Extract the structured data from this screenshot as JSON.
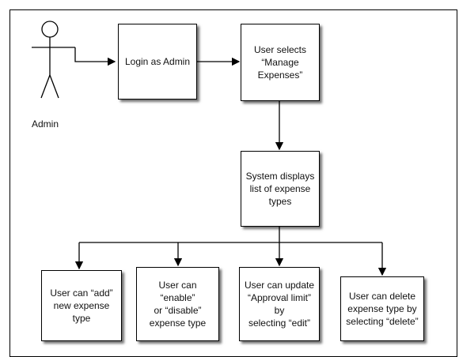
{
  "actor": {
    "label": "Admin"
  },
  "nodes": {
    "login": "Login as Admin",
    "select": "User selects\n“Manage\nExpenses”",
    "display": "System displays\nlist of expense\ntypes",
    "add": "User can “add”\nnew expense type",
    "enable": "User can “enable”\nor “disable”\nexpense type",
    "update": "User can update\n“Approval limit” by\nselecting “edit”",
    "delete": "User can delete\nexpense type by\nselecting “delete”"
  }
}
